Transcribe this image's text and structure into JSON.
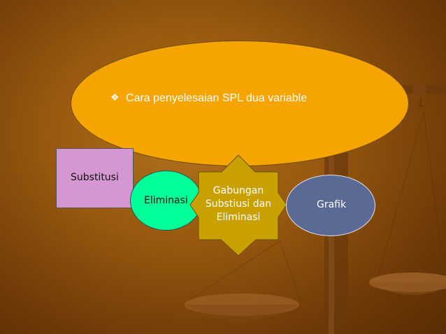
{
  "slide": {
    "background_color": "#96570f",
    "title_shape": {
      "text": "Cara penyelesaian SPL dua variable",
      "bullet_icon": "diamond-bullet",
      "fill": "#f6a400"
    },
    "methods": [
      {
        "label": "Substitusi",
        "shape": "rectangle",
        "fill": "#d597d1"
      },
      {
        "label": "Eliminasi",
        "shape": "oval",
        "fill": "#00ff99"
      },
      {
        "label_lines": [
          "Gabungan",
          "Substiusi dan",
          "Eliminasi"
        ],
        "shape": "star",
        "fill": "#c8a000"
      },
      {
        "label": "Grafik",
        "shape": "oval",
        "fill": "#5a6a94"
      }
    ]
  }
}
